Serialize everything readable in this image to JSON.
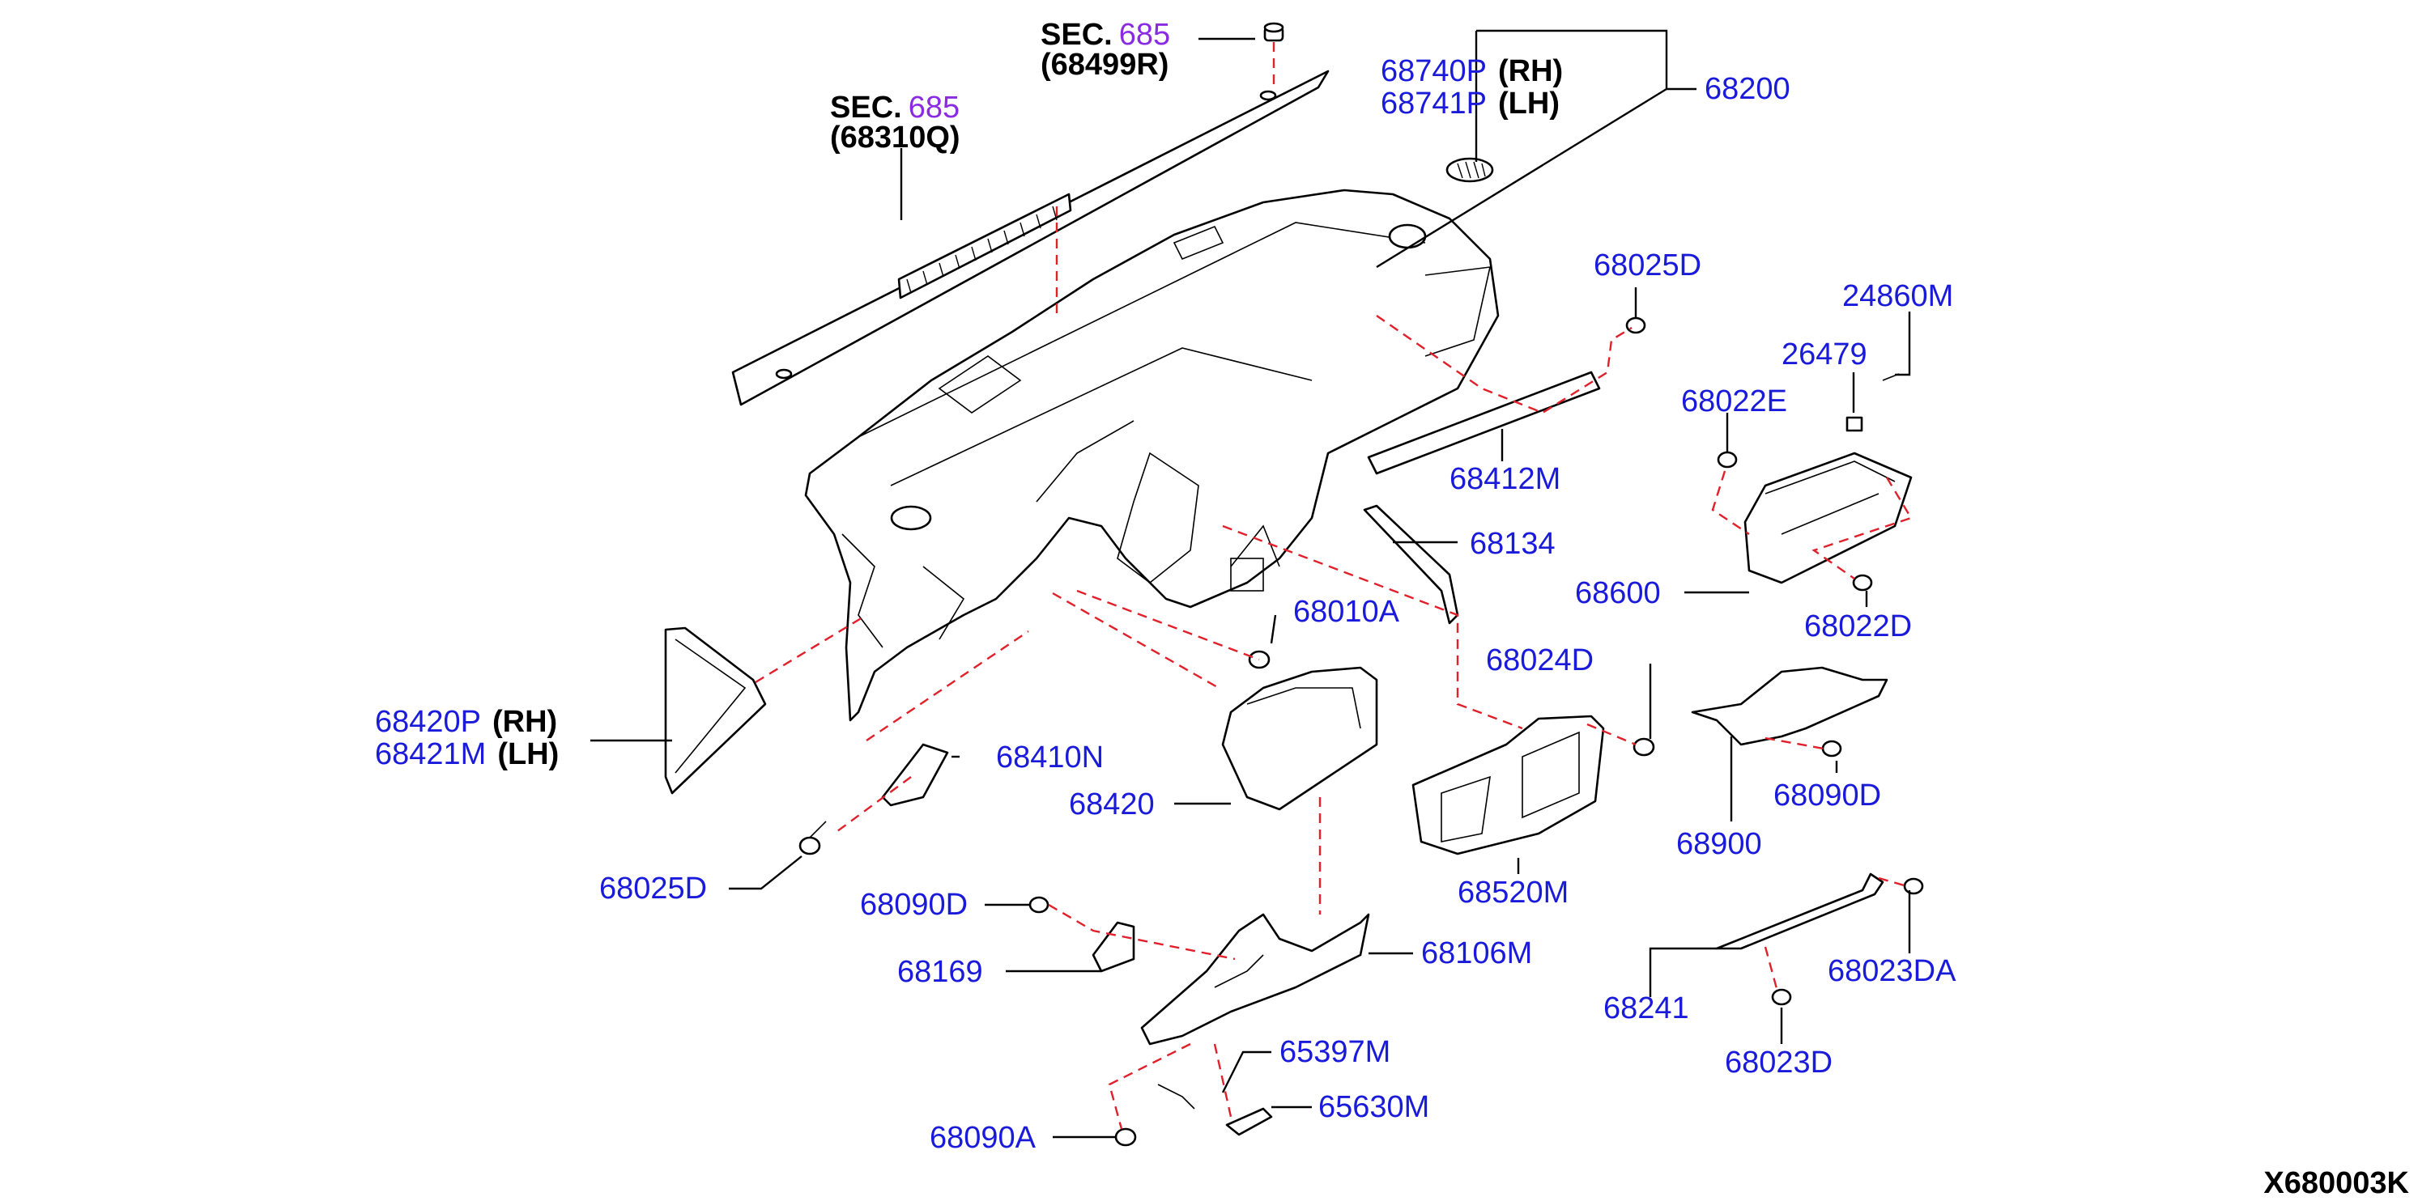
{
  "diagram_id": "X680003K",
  "colors": {
    "part_number": "#1a1adb",
    "section_number": "#8a2be2",
    "note": "#000000",
    "leader": "#000000",
    "dashed_connector": "#e0202a"
  },
  "sections": [
    {
      "prefix": "SEC.",
      "number": "685",
      "ref": "(68499R)"
    },
    {
      "prefix": "SEC.",
      "number": "685",
      "ref": "(68310Q)"
    }
  ],
  "callouts": {
    "c68740P": {
      "part": "68740P",
      "note": "(RH)"
    },
    "c68741P": {
      "part": "68741P",
      "note": "(LH)"
    },
    "c68200": {
      "part": "68200"
    },
    "c68025D_top": {
      "part": "68025D"
    },
    "c24860M": {
      "part": "24860M"
    },
    "c26479": {
      "part": "26479"
    },
    "c68022E": {
      "part": "68022E"
    },
    "c68412M": {
      "part": "68412M"
    },
    "c68134": {
      "part": "68134"
    },
    "c68600": {
      "part": "68600"
    },
    "c68022D": {
      "part": "68022D"
    },
    "c68010A": {
      "part": "68010A"
    },
    "c68024D": {
      "part": "68024D"
    },
    "c68420P": {
      "part": "68420P",
      "note": "(RH)"
    },
    "c68421M": {
      "part": "68421M",
      "note": "(LH)"
    },
    "c68410N": {
      "part": "68410N"
    },
    "c68420": {
      "part": "68420"
    },
    "c68090D_right": {
      "part": "68090D"
    },
    "c68900": {
      "part": "68900"
    },
    "c68025D_left": {
      "part": "68025D"
    },
    "c68520M": {
      "part": "68520M"
    },
    "c68090D_left": {
      "part": "68090D"
    },
    "c68169": {
      "part": "68169"
    },
    "c68106M": {
      "part": "68106M"
    },
    "c68023DA": {
      "part": "68023DA"
    },
    "c68241": {
      "part": "68241"
    },
    "c65397M": {
      "part": "65397M"
    },
    "c65630M": {
      "part": "65630M"
    },
    "c68023D": {
      "part": "68023D"
    },
    "c68090A": {
      "part": "68090A"
    }
  }
}
